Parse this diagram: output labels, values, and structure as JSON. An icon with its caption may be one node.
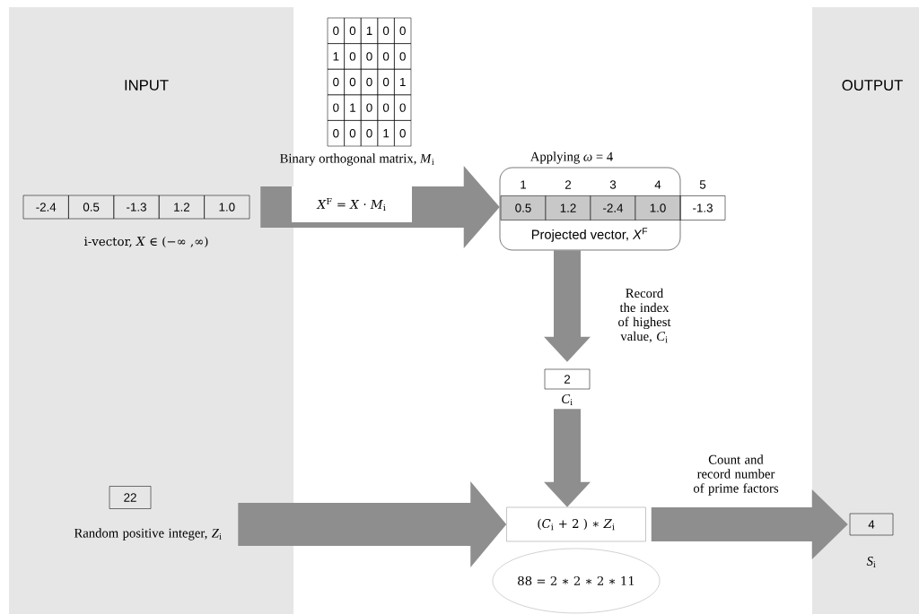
{
  "diagram": {
    "nodes": [
      {
        "text": [
          "INPUT"
        ]
      },
      {
        "text": [
          "OUTPUT"
        ]
      },
      {
        "text": [
          "-2.4",
          "0.5",
          "-1.3",
          "1.2",
          "1.0"
        ],
        "beside": [
          "i-vector, *X* ∈ (−∞ ,∞)"
        ],
        "in": 0
      },
      {
        "text": [
          "1",
          "2",
          "3",
          "4",
          "0.5",
          "1.2",
          "-2.4",
          "1.0",
          "Projected vector, *X*$^{F}$"
        ],
        "beside": [
          "Applying *ω* = 4"
        ]
      },
      {
        "text": [
          "5",
          "-1.3"
        ]
      },
      {
        "text": [
          "2"
        ],
        "beside": [
          "*C*$_{i}$"
        ]
      },
      {
        "text": [
          "22"
        ],
        "beside": [
          "Random positive integer, *Z*$_{i}$"
        ],
        "in": 0
      },
      {
        "text": [
          "(*C*$_{i}$ + 2 ) ∗ *Z*$_{i}$"
        ]
      },
      {
        "text": [
          "88 = 2 ∗ 2 ∗ 2 ∗ 11"
        ]
      },
      {
        "text": [
          "4"
        ],
        "beside": [
          "*S*$_{i}$"
        ],
        "in": 1
      }
    ],
    "edges": [
      {
        "from": 2,
        "to": 3,
        "arrow": "to",
        "label": "*X*$^{F}$ = *X* · *M*$_{i}$"
      },
      {
        "from": 3,
        "to": 5,
        "arrow": "to",
        "label": "Record the index of highest value, *C*$_{i}$"
      },
      {
        "from": 5,
        "to": 7,
        "arrow": "to"
      },
      {
        "from": 6,
        "to": 7,
        "arrow": "to"
      },
      {
        "from": 7,
        "to": 9,
        "arrow": "to",
        "label": "Count and record number of prime factors"
      }
    ],
    "labels": [
      "0",
      "0",
      "1",
      "0",
      "0",
      "1",
      "0",
      "0",
      "0",
      "0",
      "0",
      "0",
      "0",
      "0",
      "1",
      "0",
      "1",
      "0",
      "0",
      "0",
      "0",
      "0",
      "0",
      "1",
      "0",
      "Binary orthogonal matrix, *M*$_{i}$"
    ]
  }
}
